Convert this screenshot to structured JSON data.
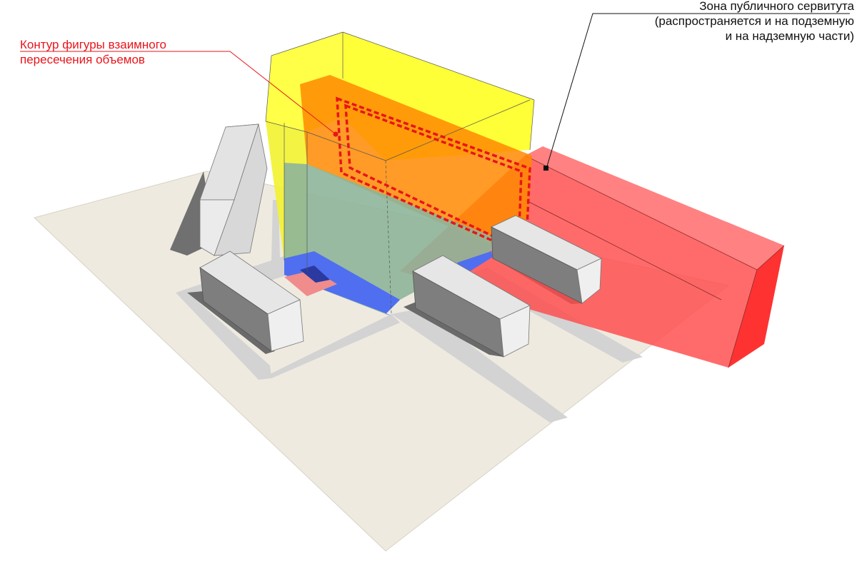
{
  "annotations": {
    "intersection_contour": {
      "lines": [
        "Контур фигуры взаимного",
        "пересечения объемов"
      ],
      "color": "#e8141b"
    },
    "public_servitude": {
      "lines": [
        "Зона публичного сервитута",
        "(распространяется и на подземную",
        "и на надземную части)"
      ],
      "color": "#111111"
    }
  },
  "colors": {
    "ground": "#efeae0",
    "path": "#d3d3d3",
    "building_top": "#e6e6e6",
    "building_side": "#7e7e7e",
    "shadow": "#6f6f6f",
    "yellow_volume": "#ffff33",
    "orange_volume": "#ff8a00",
    "green_overlap": "#8eb59a",
    "blue_underground": "#4f6ff0",
    "red_servitude": "#ff3a3a",
    "dashed_contour": "#e8141b"
  }
}
